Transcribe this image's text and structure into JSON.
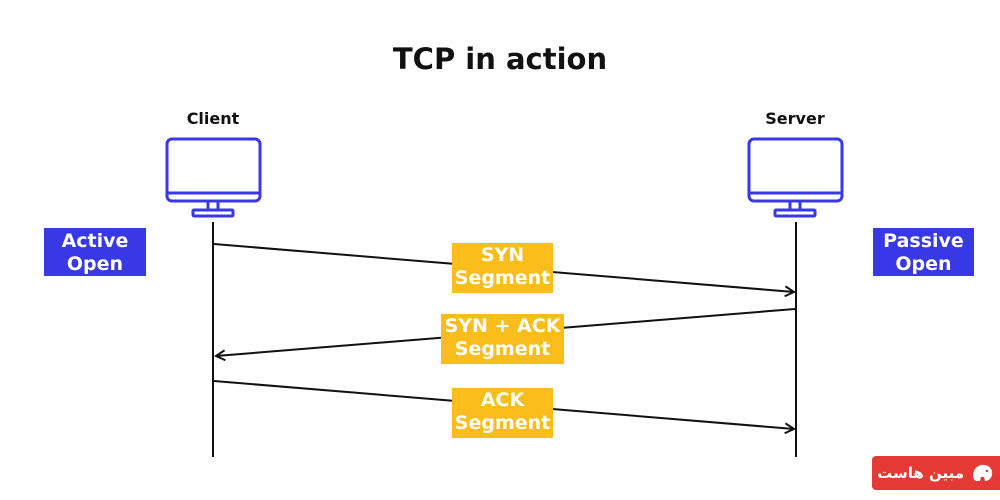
{
  "title": "TCP in action",
  "client": {
    "label": "Client",
    "state": [
      "Active",
      "Open"
    ]
  },
  "server": {
    "label": "Server",
    "state": [
      "Passive",
      "Open"
    ]
  },
  "segments": [
    {
      "label": [
        "SYN",
        "Segment"
      ],
      "direction": "client-to-server"
    },
    {
      "label": [
        "SYN + ACK",
        "Segment"
      ],
      "direction": "server-to-client"
    },
    {
      "label": [
        "ACK",
        "Segment"
      ],
      "direction": "client-to-server"
    }
  ],
  "colors": {
    "state_box": "#3838e6",
    "segment_box": "#fbbd1c",
    "monitor": "#3838e6",
    "line": "#111111",
    "watermark": "#e53935"
  },
  "watermark": {
    "text": "مبین هاست"
  }
}
